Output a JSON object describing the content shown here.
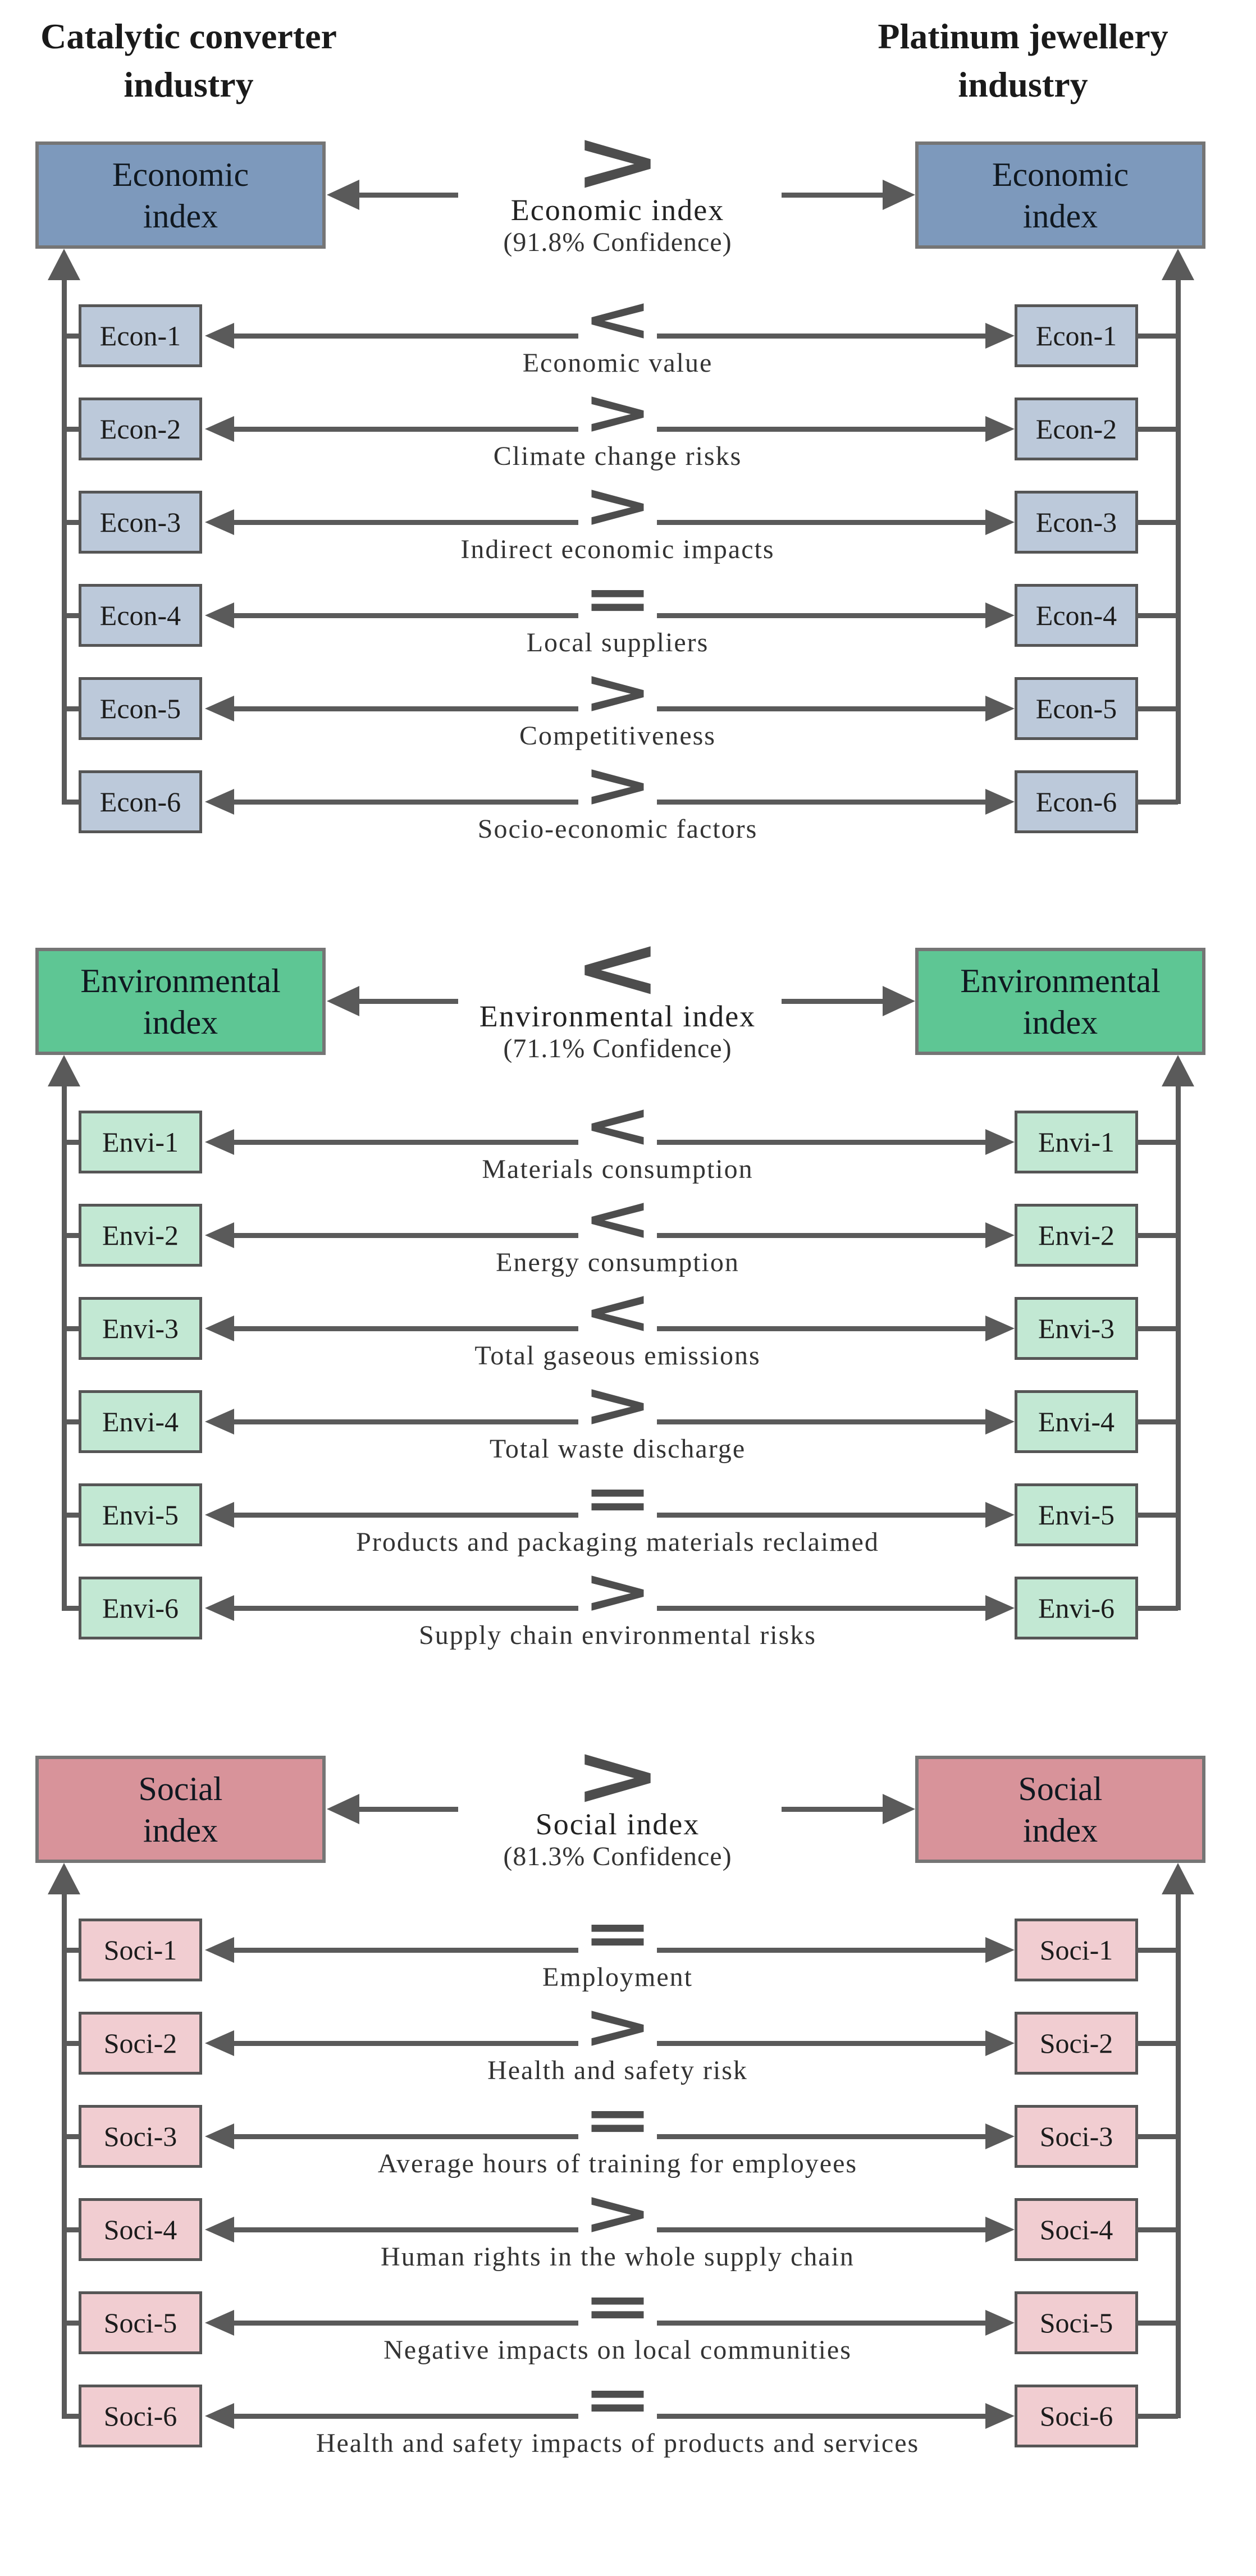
{
  "colors": {
    "background": "#ffffff",
    "line": "#5a5a5a",
    "symbol": "#4d4d4d",
    "big_box_border": "#757575",
    "small_box_border": "#565656",
    "economic_index_fill": "#7d99bc",
    "economic_item_fill": "#bcc9da",
    "environmental_index_fill": "#5ec694",
    "environmental_item_fill": "#c2e8d3",
    "social_index_fill": "#d8939a",
    "social_item_fill": "#f1cdd1"
  },
  "header": {
    "left_line1": "Catalytic converter",
    "left_line2": "industry",
    "right_line1": "Platinum jewellery",
    "right_line2": "industry"
  },
  "sections": [
    {
      "name": "Economic",
      "index_box_line1": "Economic",
      "index_box_line2": "index",
      "comparison": {
        "symbol": ">",
        "label": "Economic index",
        "confidence": "(91.8% Confidence)"
      },
      "rows": [
        {
          "code": "Econ-1",
          "symbol": "<",
          "label": "Economic value"
        },
        {
          "code": "Econ-2",
          "symbol": ">",
          "label": "Climate change risks"
        },
        {
          "code": "Econ-3",
          "symbol": ">",
          "label": "Indirect economic impacts"
        },
        {
          "code": "Econ-4",
          "symbol": "=",
          "label": "Local suppliers"
        },
        {
          "code": "Econ-5",
          "symbol": ">",
          "label": "Competitiveness"
        },
        {
          "code": "Econ-6",
          "symbol": ">",
          "label": "Socio-economic factors"
        }
      ]
    },
    {
      "name": "Environmental",
      "index_box_line1": "Environmental",
      "index_box_line2": "index",
      "comparison": {
        "symbol": "<",
        "label": "Environmental index",
        "confidence": "(71.1% Confidence)"
      },
      "rows": [
        {
          "code": "Envi-1",
          "symbol": "<",
          "label": "Materials consumption"
        },
        {
          "code": "Envi-2",
          "symbol": "<",
          "label": "Energy consumption"
        },
        {
          "code": "Envi-3",
          "symbol": "<",
          "label": "Total gaseous emissions"
        },
        {
          "code": "Envi-4",
          "symbol": ">",
          "label": "Total waste discharge"
        },
        {
          "code": "Envi-5",
          "symbol": "=",
          "label": "Products and packaging materials reclaimed"
        },
        {
          "code": "Envi-6",
          "symbol": ">",
          "label": "Supply chain environmental risks"
        }
      ]
    },
    {
      "name": "Social",
      "index_box_line1": "Social",
      "index_box_line2": "index",
      "comparison": {
        "symbol": ">",
        "label": "Social index",
        "confidence": "(81.3% Confidence)"
      },
      "rows": [
        {
          "code": "Soci-1",
          "symbol": "=",
          "label": "Employment"
        },
        {
          "code": "Soci-2",
          "symbol": ">",
          "label": "Health and safety risk"
        },
        {
          "code": "Soci-3",
          "symbol": "=",
          "label": "Average hours of training for employees"
        },
        {
          "code": "Soci-4",
          "symbol": ">",
          "label": "Human rights in the whole supply chain"
        },
        {
          "code": "Soci-5",
          "symbol": "=",
          "label": "Negative impacts on local communities"
        },
        {
          "code": "Soci-6",
          "symbol": "=",
          "label": "Health and safety impacts of products and services"
        }
      ]
    }
  ]
}
